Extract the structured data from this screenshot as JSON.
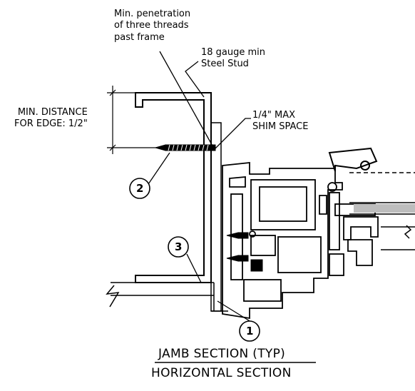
{
  "notes": {
    "penetration": [
      "Min. penetration",
      "of three threads",
      "past frame"
    ],
    "stud": [
      "18 gauge min",
      "Steel Stud"
    ],
    "edge_distance": [
      "MIN. DISTANCE",
      "FOR EDGE: 1/2\""
    ],
    "shim": [
      "1/4\" MAX",
      "SHIM SPACE"
    ]
  },
  "callouts": [
    "1",
    "2",
    "3"
  ],
  "titles": {
    "line1": "JAMB SECTION (TYP)",
    "line2": "HORIZONTAL SECTION"
  }
}
